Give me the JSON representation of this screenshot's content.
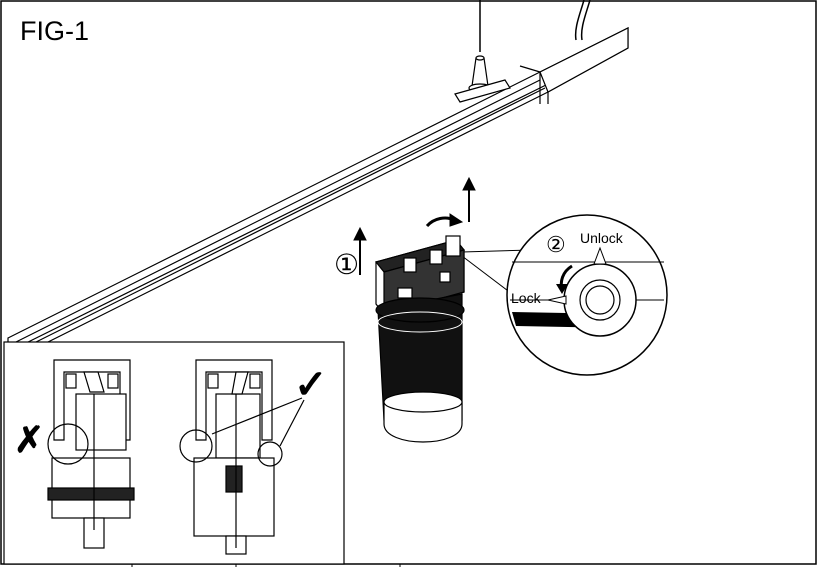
{
  "figure": {
    "title": "FIG-1",
    "step1": "①",
    "step2": "②",
    "unlock_label": "Unlock",
    "lock_label": "Lock",
    "wrong_mark": "✗",
    "right_mark": "✓"
  }
}
